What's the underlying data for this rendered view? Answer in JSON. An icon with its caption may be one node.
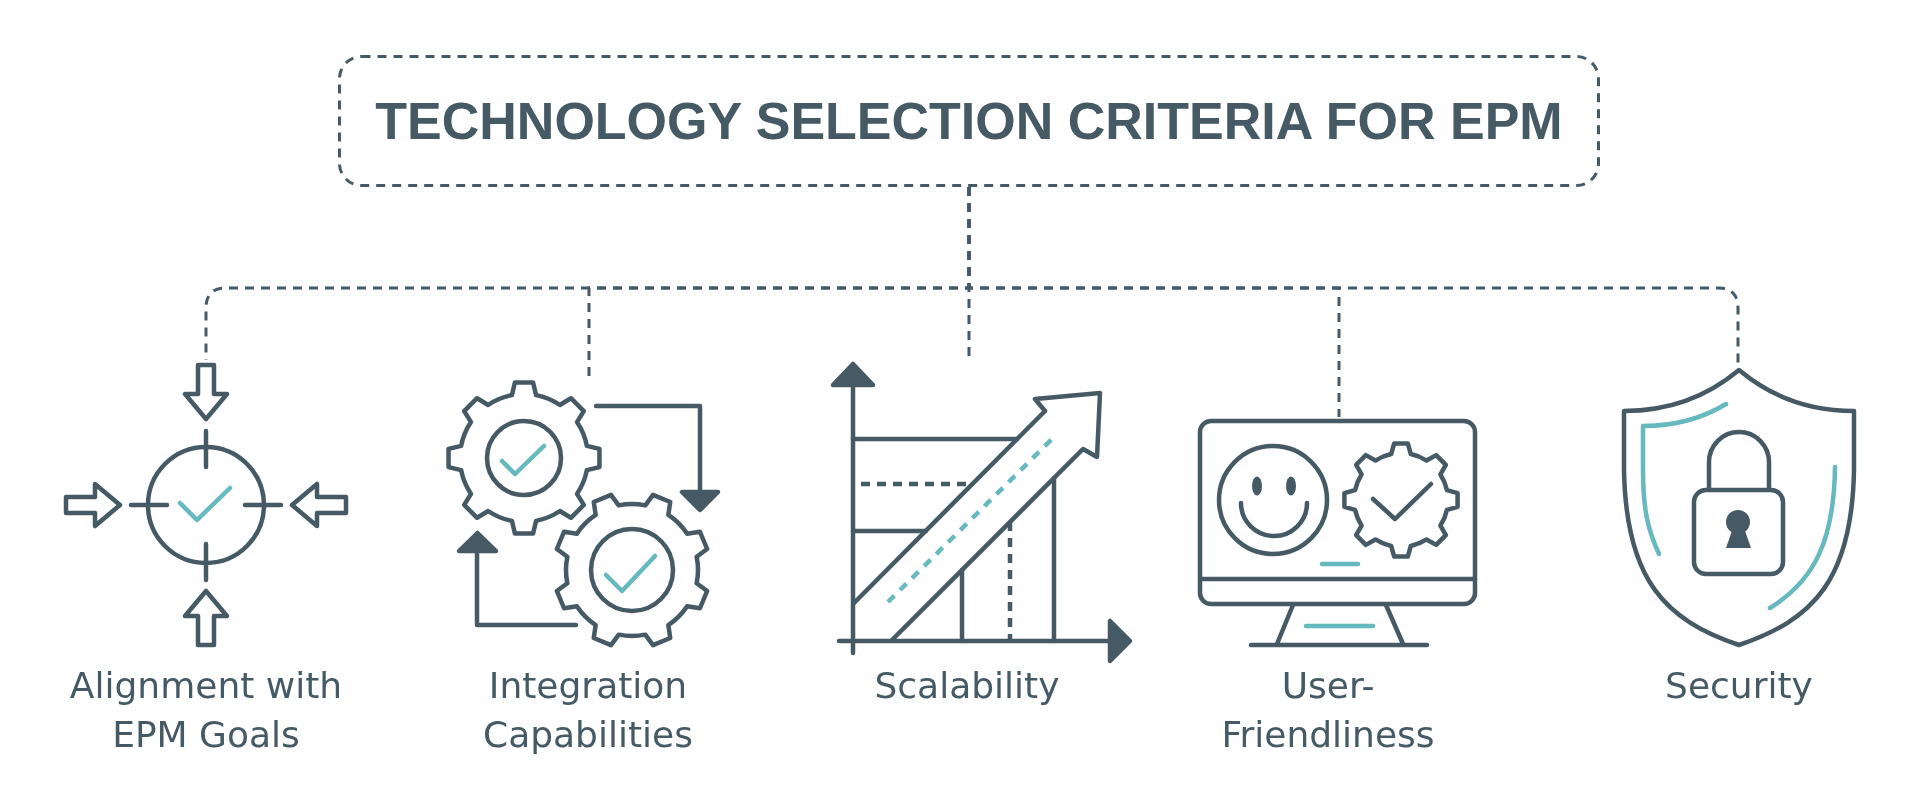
{
  "diagram": {
    "nodes": [
      {
        "text": [
          "TECHNOLOGY SELECTION CRITERIA FOR EPM"
        ]
      },
      {
        "text": [
          "Alignment with EPM Goals"
        ]
      },
      {
        "text": [
          "Integration Capabilities"
        ]
      },
      {
        "text": [
          "Scalability"
        ]
      },
      {
        "text": [
          "User-Friendliness"
        ]
      },
      {
        "text": [
          "Security"
        ]
      }
    ],
    "edges": [
      {
        "from": 0,
        "to": 1,
        "arrow": "none",
        "style": "dashed"
      },
      {
        "from": 0,
        "to": 2,
        "arrow": "none",
        "style": "dashed"
      },
      {
        "from": 0,
        "to": 3,
        "arrow": "none",
        "style": "dashed"
      },
      {
        "from": 0,
        "to": 4,
        "arrow": "none",
        "style": "dashed"
      },
      {
        "from": 0,
        "to": 5,
        "arrow": "none",
        "style": "dashed"
      }
    ]
  }
}
